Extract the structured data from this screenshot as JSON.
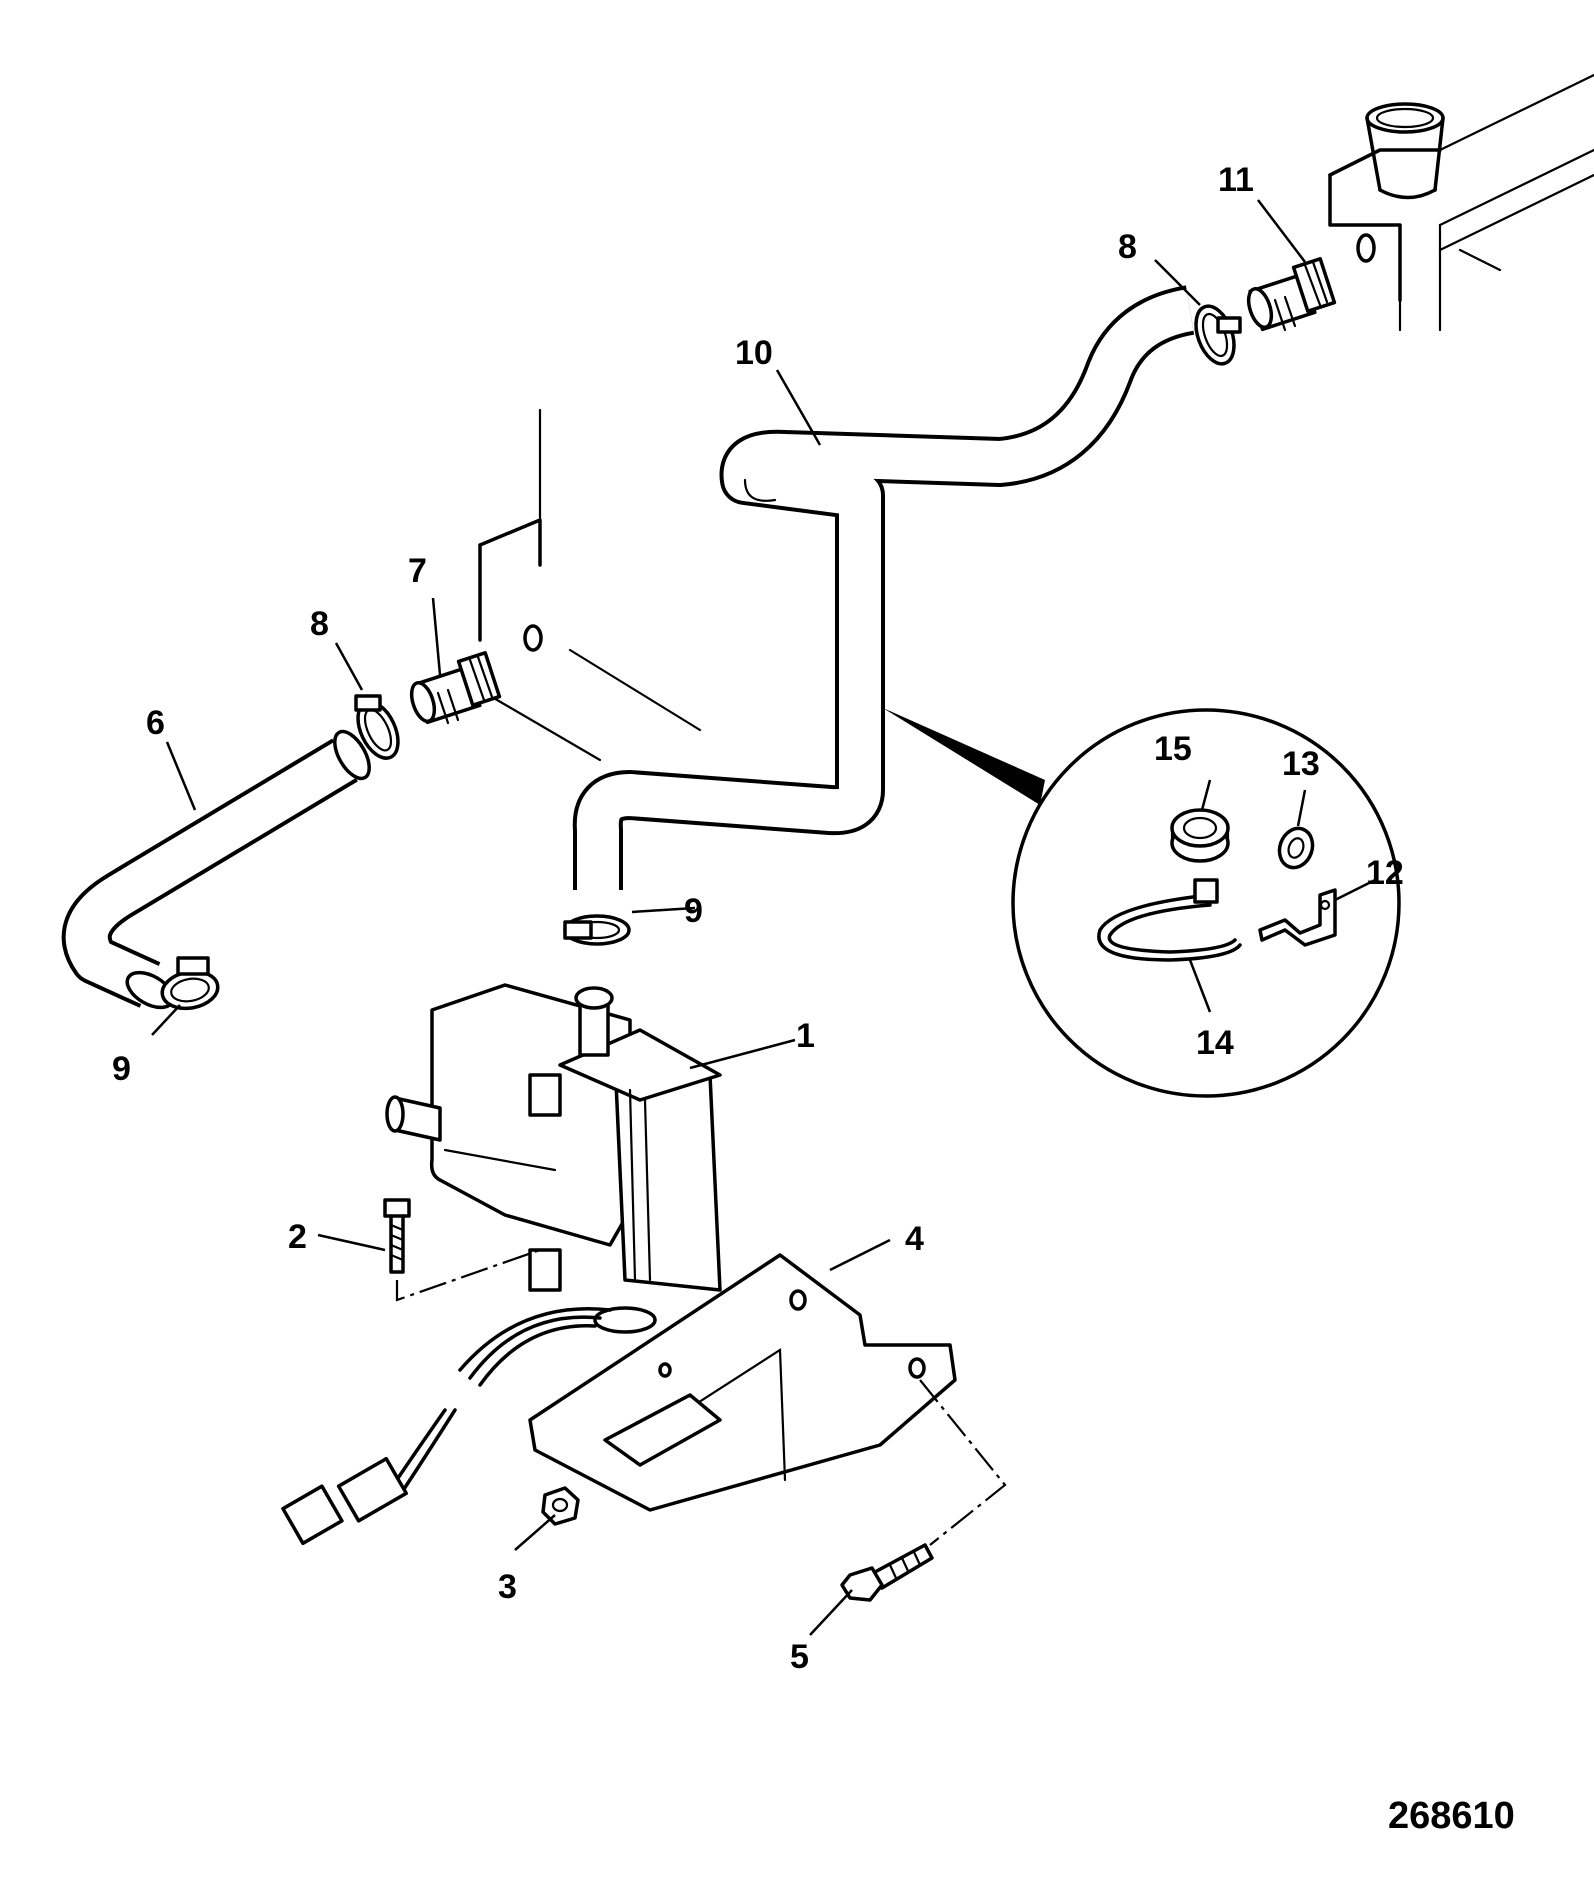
{
  "drawing_number": "268610",
  "callouts": {
    "c1": "1",
    "c2": "2",
    "c3": "3",
    "c4": "4",
    "c5": "5",
    "c6": "6",
    "c7": "7",
    "c8a": "8",
    "c8b": "8",
    "c9a": "9",
    "c9b": "9",
    "c10": "10",
    "c11": "11",
    "c12": "12",
    "c13": "13",
    "c14": "14",
    "c15": "15"
  }
}
